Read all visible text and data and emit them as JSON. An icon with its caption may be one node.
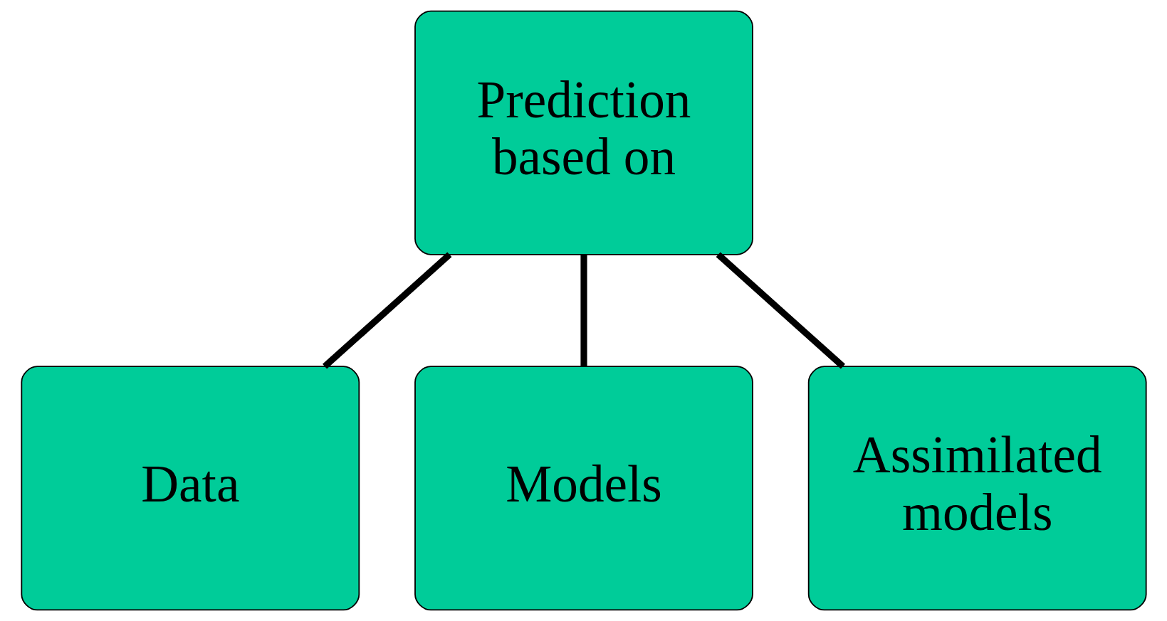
{
  "diagram": {
    "nodes": [
      {
        "text": [
          "Prediction based on"
        ]
      },
      {
        "text": [
          "Data"
        ]
      },
      {
        "text": [
          "Models"
        ]
      },
      {
        "text": [
          "Assimilated models"
        ]
      }
    ],
    "edges": [
      {
        "from": 0,
        "to": 1,
        "arrow": "none"
      },
      {
        "from": 0,
        "to": 2,
        "arrow": "none"
      },
      {
        "from": 0,
        "to": 3,
        "arrow": "none"
      }
    ]
  }
}
